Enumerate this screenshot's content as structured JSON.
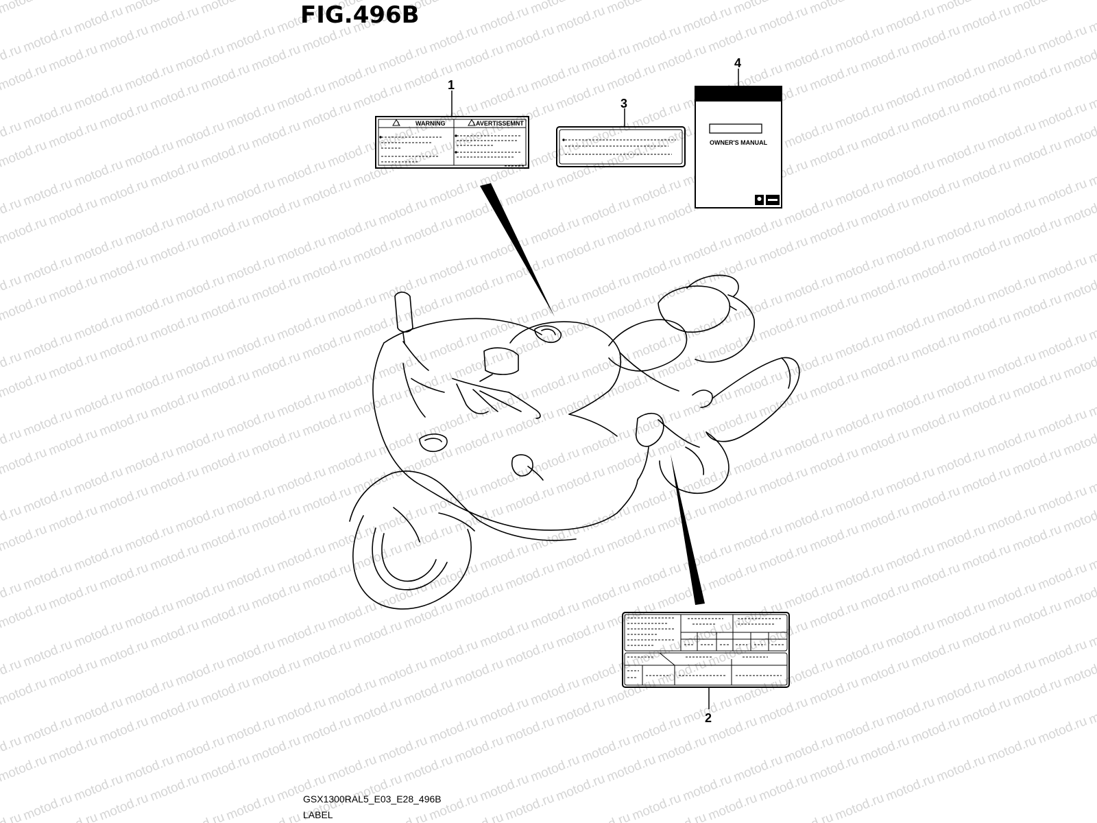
{
  "figure": {
    "title": "FIG.496B"
  },
  "watermark": {
    "text": "motod.ru",
    "color": "#d4d4d4"
  },
  "callouts": [
    "1",
    "2",
    "3",
    "4"
  ],
  "labels": {
    "warning_heading": "WARNING",
    "avertissement_heading": "AVERTISSEMNT",
    "manual_title": "OWNER'S MANUAL"
  },
  "footer": {
    "code": "GSX1300RAL5_E03_E28_496B",
    "caption": "LABEL"
  }
}
